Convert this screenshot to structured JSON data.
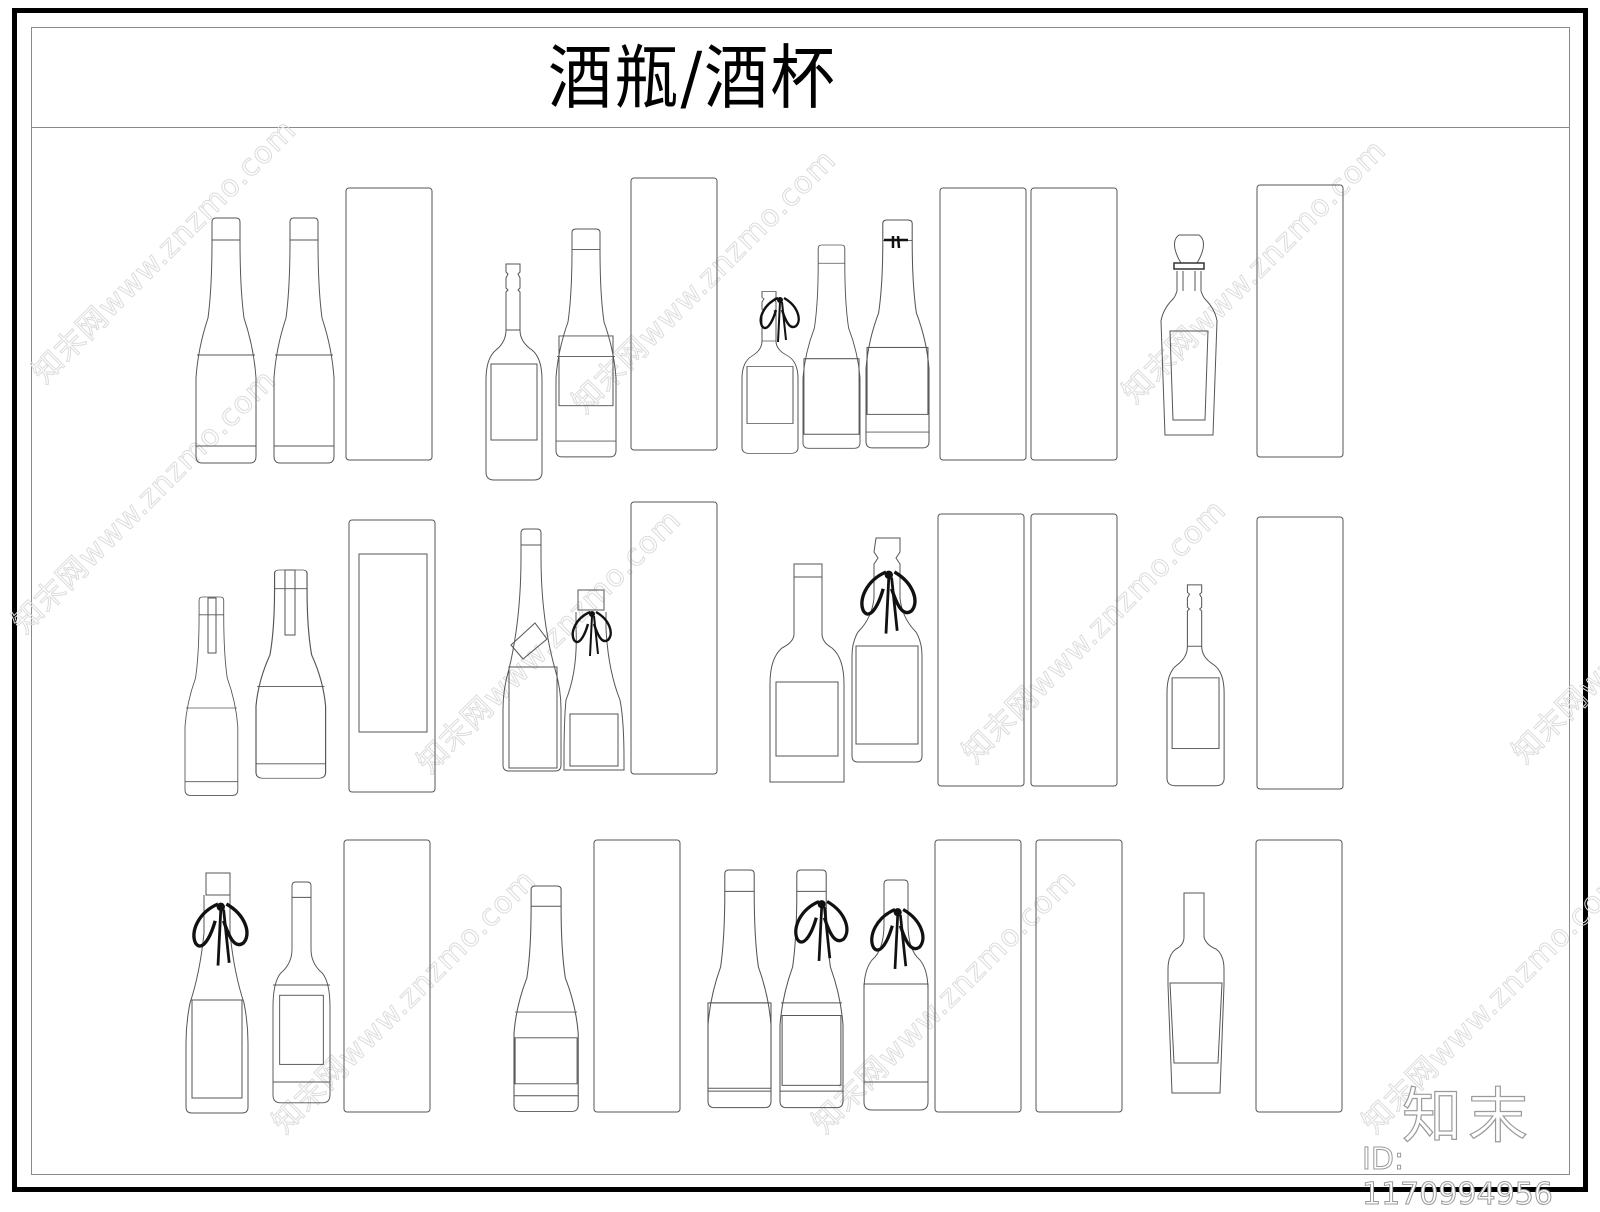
{
  "title": "酒瓶/酒杯",
  "watermark": {
    "logo": "知末",
    "id_label": "ID: 1170994956",
    "diagonal_text": "知末网www.znzmo.com"
  },
  "colors": {
    "frame": "#000000",
    "inner_border": "#8a8a8a",
    "line": "#555555",
    "ribbon": "#111111",
    "watermark": "#dcdcdc"
  },
  "rows": [
    {
      "name": "row-1",
      "groups": [
        {
          "bottles": 2,
          "boxes": 1
        },
        {
          "bottles": 2,
          "boxes": 1
        },
        {
          "bottles": 3,
          "boxes": 2
        },
        {
          "bottles": 1,
          "boxes": 1
        }
      ]
    },
    {
      "name": "row-2",
      "groups": [
        {
          "bottles": 2,
          "boxes": 1
        },
        {
          "bottles": 2,
          "boxes": 1
        },
        {
          "bottles": 2,
          "boxes": 2
        },
        {
          "bottles": 1,
          "boxes": 1
        }
      ]
    },
    {
      "name": "row-3",
      "groups": [
        {
          "bottles": 2,
          "boxes": 1
        },
        {
          "bottles": 1,
          "boxes": 1
        },
        {
          "bottles": 3,
          "boxes": 2
        },
        {
          "bottles": 1,
          "boxes": 1
        }
      ]
    }
  ]
}
